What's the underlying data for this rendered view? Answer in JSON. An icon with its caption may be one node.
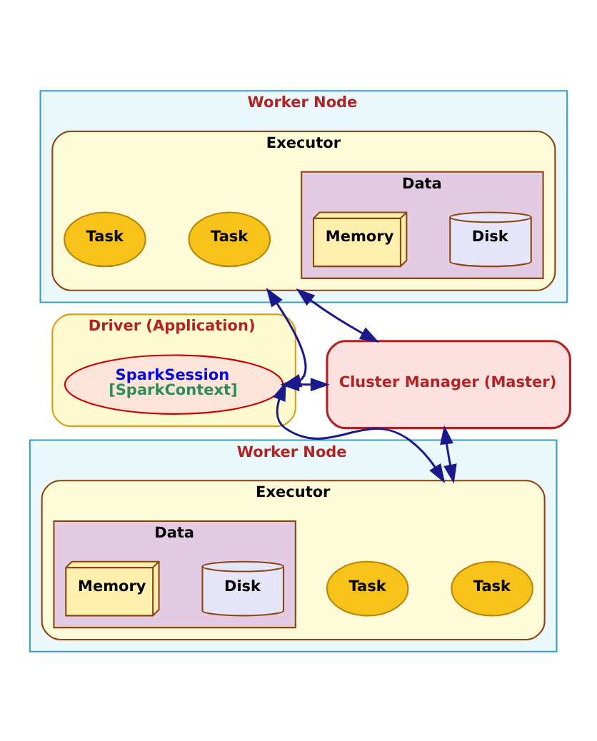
{
  "diagram": {
    "nodes": [
      {
        "text": [
          "Worker Node"
        ]
      },
      {
        "text": [
          "Executor"
        ],
        "in": 0
      },
      {
        "text": [
          "Task"
        ],
        "in": 1
      },
      {
        "text": [
          "Task"
        ],
        "in": 1
      },
      {
        "text": [
          "Data"
        ],
        "in": 1
      },
      {
        "text": [
          "Disk"
        ],
        "in": 4
      },
      {
        "text": [
          "Memory"
        ],
        "in": 4
      },
      {
        "text": [
          "Driver (Application)"
        ]
      },
      {
        "text": [
          "SparkSession",
          "[SparkContext]"
        ],
        "in": 7
      },
      {
        "text": [
          "Cluster Manager (Master)"
        ]
      },
      {
        "text": [
          "Worker Node"
        ]
      },
      {
        "text": [
          "Executor"
        ],
        "in": 10
      },
      {
        "text": [
          "Task"
        ],
        "in": 11
      },
      {
        "text": [
          "Task"
        ],
        "in": 11
      },
      {
        "text": [
          "Data"
        ],
        "in": 11
      },
      {
        "text": [
          "Disk"
        ],
        "in": 14
      },
      {
        "text": [
          "Memory"
        ],
        "in": 14
      }
    ],
    "edges": [
      {
        "from": 8,
        "to": 1,
        "arrow": "both"
      },
      {
        "from": 9,
        "to": 1,
        "arrow": "both"
      },
      {
        "from": 8,
        "to": 9,
        "arrow": "both"
      },
      {
        "from": 9,
        "to": 11,
        "arrow": "both"
      },
      {
        "from": 8,
        "to": 11,
        "arrow": "both"
      }
    ]
  }
}
